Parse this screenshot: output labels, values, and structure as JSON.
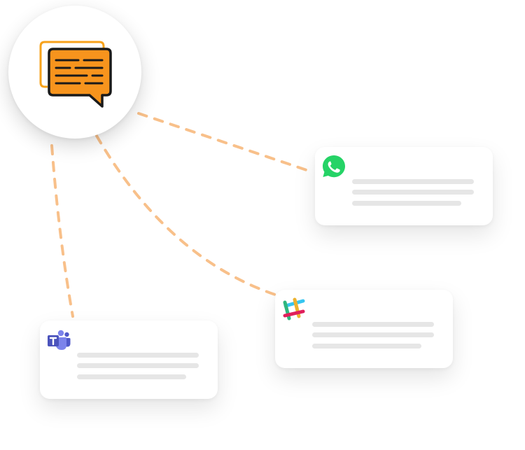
{
  "hub": {
    "icon": "chat-bubbles-icon",
    "colors": {
      "bubble_fill": "#f7941d",
      "bubble_outline": "#1a1a1a",
      "back_bubble": "#f7a21b"
    }
  },
  "connector_color": "#f8c08a",
  "channels": [
    {
      "name": "whatsapp",
      "icon": "whatsapp-icon",
      "color": "#25d366",
      "placeholder_lines": 3
    },
    {
      "name": "slack",
      "icon": "slack-icon",
      "colors": [
        "#36c5f0",
        "#2eb67d",
        "#ecb22e",
        "#e01e5a"
      ],
      "placeholder_lines": 3
    },
    {
      "name": "teams",
      "icon": "teams-icon",
      "colors": [
        "#5059c9",
        "#7b83eb"
      ],
      "placeholder_lines": 3
    }
  ],
  "placeholder_color": "#e6e6e6"
}
